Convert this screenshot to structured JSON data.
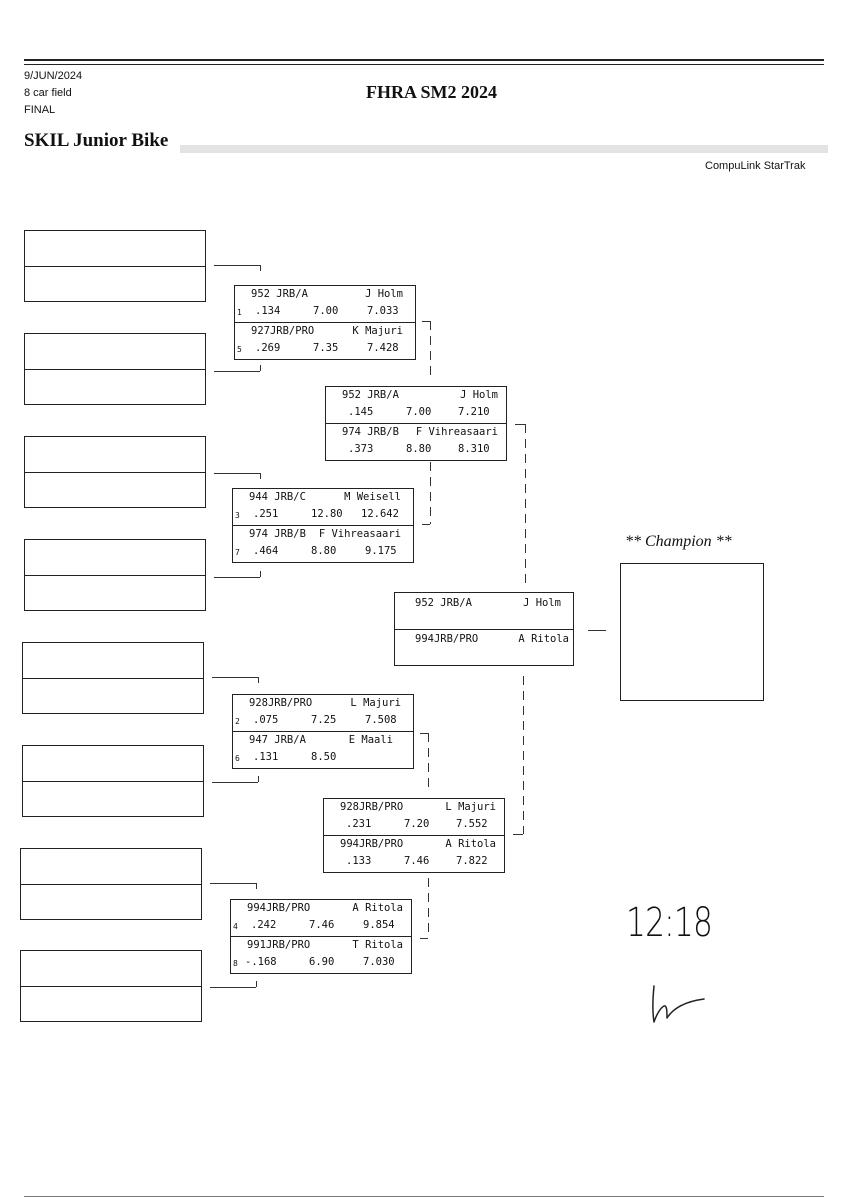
{
  "header": {
    "date": "9/JUN/2024",
    "field": "8 car field",
    "stage": "FINAL",
    "event_title": "FHRA SM2 2024",
    "class_name": "SKIL Junior Bike",
    "software": "CompuLink StarTrak"
  },
  "round1": [
    {
      "top": {
        "seed": "1",
        "line1_left": "952 JRB/A",
        "line1_right": "J Holm",
        "rt": ".134",
        "dial": "7.00",
        "et": "7.033"
      },
      "bottom": {
        "seed": "5",
        "line1_left": "927JRB/PRO",
        "line1_right": "K Majuri",
        "rt": ".269",
        "dial": "7.35",
        "et": "7.428"
      }
    },
    {
      "top": {
        "seed": "3",
        "line1_left": "944 JRB/C",
        "line1_right": "M Weisell",
        "rt": ".251",
        "dial": "12.80",
        "et": "12.642"
      },
      "bottom": {
        "seed": "7",
        "line1_left": "974 JRB/B",
        "line1_right": "F Vihreasaari",
        "rt": ".464",
        "dial": "8.80",
        "et": "9.175"
      }
    },
    {
      "top": {
        "seed": "2",
        "line1_left": "928JRB/PRO",
        "line1_right": "L Majuri",
        "rt": ".075",
        "dial": "7.25",
        "et": "7.508"
      },
      "bottom": {
        "seed": "6",
        "line1_left": "947 JRB/A",
        "line1_right": "E Maali",
        "rt": ".131",
        "dial": "8.50",
        "et": ""
      }
    },
    {
      "top": {
        "seed": "4",
        "line1_left": "994JRB/PRO",
        "line1_right": "A Ritola",
        "rt": ".242",
        "dial": "7.46",
        "et": "9.854"
      },
      "bottom": {
        "seed": "8",
        "line1_left": "991JRB/PRO",
        "line1_right": "T Ritola",
        "rt": "-.168",
        "dial": "6.90",
        "et": "7.030"
      }
    }
  ],
  "semis": [
    {
      "top": {
        "line1_left": "952 JRB/A",
        "line1_right": "J Holm",
        "rt": ".145",
        "dial": "7.00",
        "et": "7.210"
      },
      "bottom": {
        "line1_left": "974 JRB/B",
        "line1_right": "F Vihreasaari",
        "rt": ".373",
        "dial": "8.80",
        "et": "8.310"
      }
    },
    {
      "top": {
        "line1_left": "928JRB/PRO",
        "line1_right": "L Majuri",
        "rt": ".231",
        "dial": "7.20",
        "et": "7.552"
      },
      "bottom": {
        "line1_left": "994JRB/PRO",
        "line1_right": "A Ritola",
        "rt": ".133",
        "dial": "7.46",
        "et": "7.822"
      }
    }
  ],
  "final": {
    "top": {
      "line1_left": "952 JRB/A",
      "line1_right": "J Holm"
    },
    "bottom": {
      "line1_left": "994JRB/PRO",
      "line1_right": "A Ritola"
    }
  },
  "champion": {
    "label": "** Champion **",
    "name": ""
  },
  "handwritten": {
    "time": "12:18"
  }
}
